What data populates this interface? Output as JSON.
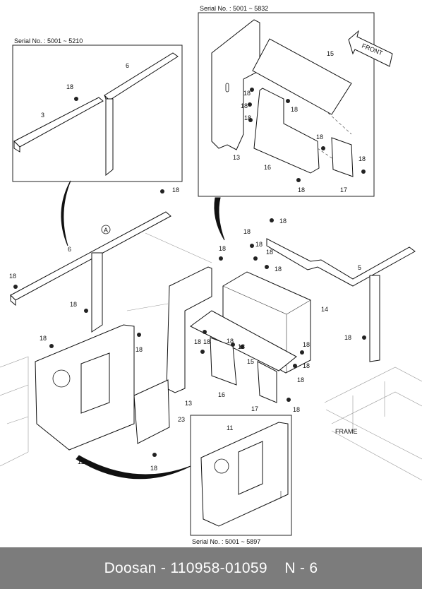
{
  "insets": [
    {
      "id": "inset-top-right",
      "serial_label": "Serial No. : 5001 ~ 5832"
    },
    {
      "id": "inset-top-left",
      "serial_label": "Serial No. : 5001 ~ 5210"
    },
    {
      "id": "inset-bottom",
      "serial_label": "Serial No. : 5001 ~ 5897"
    }
  ],
  "direction_label": "FRONT",
  "frame_label": "FRAME",
  "detail_marker": "A",
  "part_numbers": {
    "p3": "3",
    "p5": "5",
    "p6": "6",
    "p11": "11",
    "p13": "13",
    "p14": "14",
    "p15": "15",
    "p16": "16",
    "p17": "17",
    "p18": "18",
    "p23": "23"
  },
  "footer": {
    "brand": "Doosan",
    "separator": " - ",
    "part_code": "110958-01059",
    "page_ref": "N - 6"
  }
}
